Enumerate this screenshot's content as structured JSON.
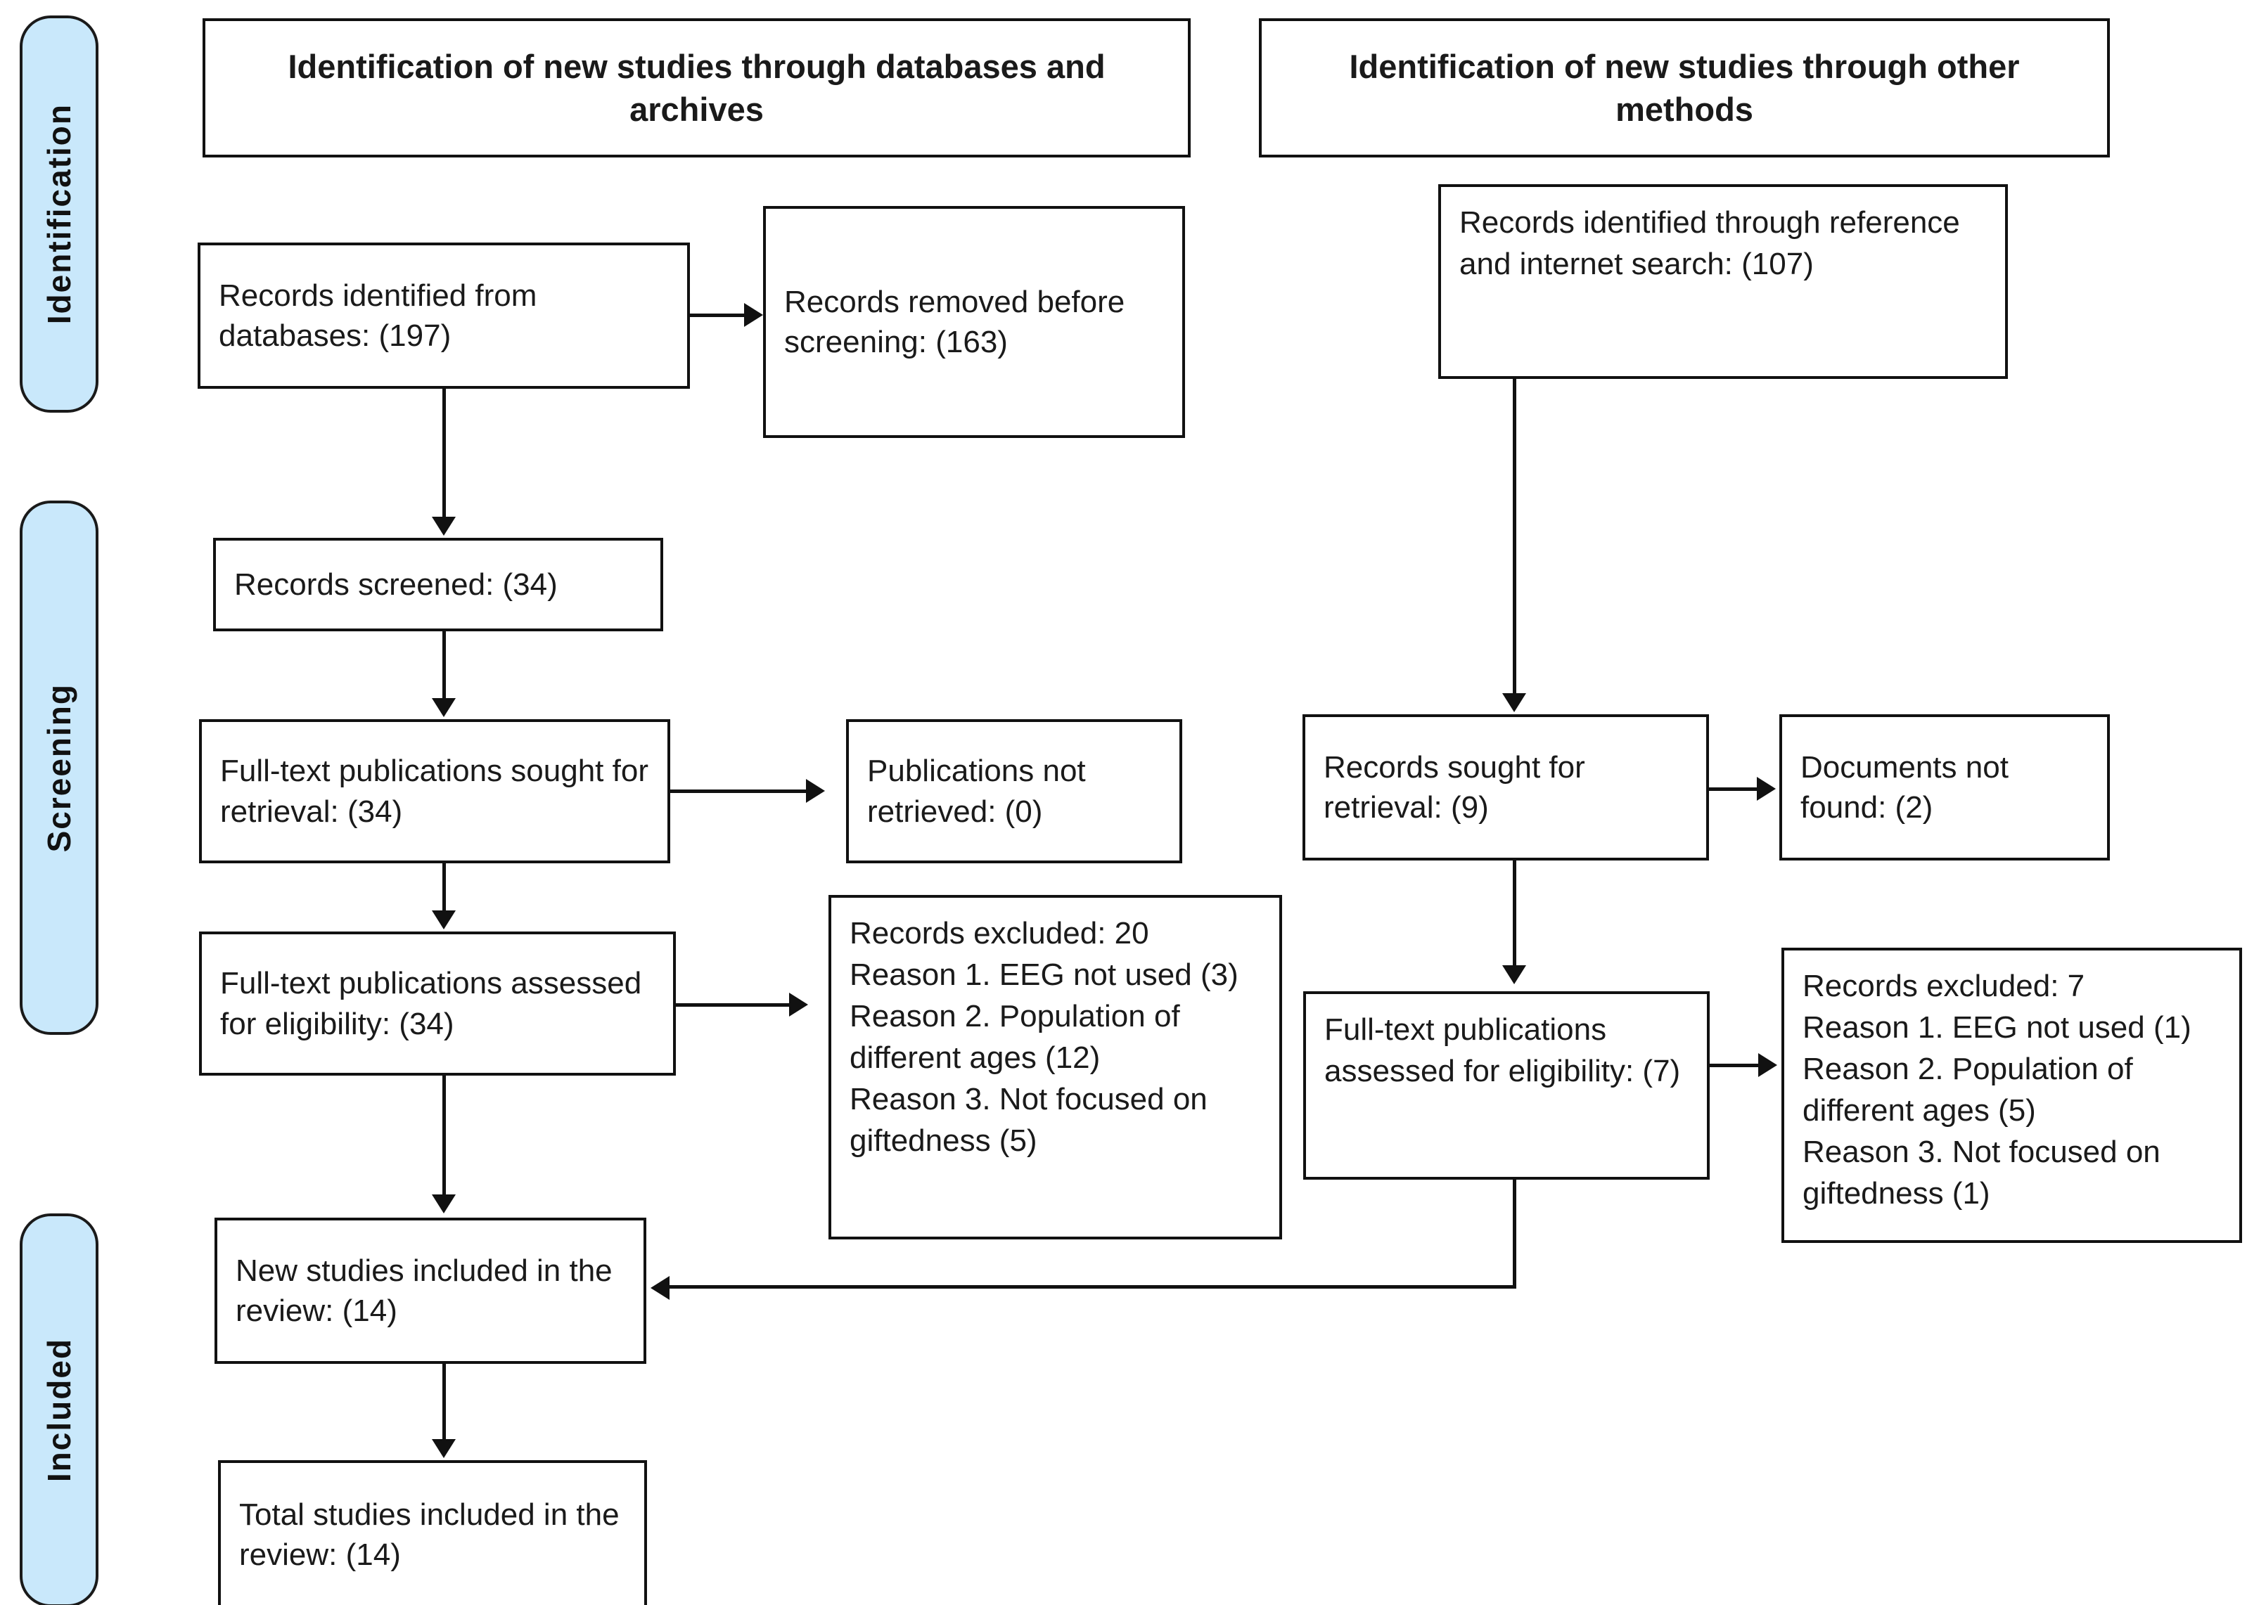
{
  "diagram": {
    "title": "PRISMA 2020 flow diagram for new systematic reviews",
    "accent_color": "#c9e8fb",
    "line_color": "#111111"
  },
  "phases": [
    {
      "label": "Identification"
    },
    {
      "label": "Screening"
    },
    {
      "label": "Included"
    }
  ],
  "headers": {
    "databases": "Identification of new studies through databases and archives",
    "other_methods": "Identification of new studies through other methods"
  },
  "left_column": {
    "records_identified": "Records identified from databases: (197)",
    "records_removed": "Records removed before screening: (163)",
    "records_screened": "Records screened: (34)",
    "fulltext_sought": "Full-text publications sought for retrieval: (34)",
    "publications_not_retrieved": "Publications not retrieved: (0)",
    "fulltext_assessed": "Full-text publications assessed for eligibility: (34)",
    "records_excluded": "Records excluded: 20\nReason 1. EEG not used (3)\nReason 2. Population of different ages (12)\nReason 3. Not focused on giftedness (5)"
  },
  "right_column": {
    "records_identified_other": "Records identified through reference and internet search: (107)",
    "records_sought": "Records sought for retrieval: (9)",
    "documents_not_found": "Documents not found: (2)",
    "fulltext_assessed": "Full-text publications assessed for eligibility: (7)",
    "records_excluded": "Records excluded: 7\nReason 1. EEG not used (1)\nReason 2. Population of different ages (5)\nReason 3. Not focused on giftedness (1)"
  },
  "included": {
    "new_studies": "New studies included in the review: (14)",
    "total_studies": "Total studies included in the review: (14)"
  }
}
